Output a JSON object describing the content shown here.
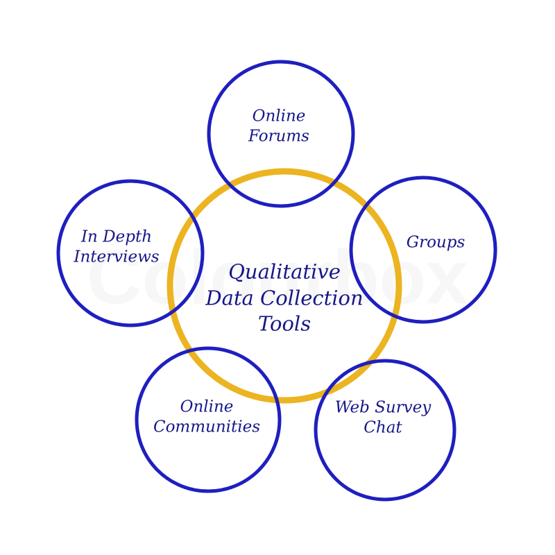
{
  "center": {
    "lines": [
      "Qualitative",
      "Data Collection",
      "Tools"
    ]
  },
  "nodes": [
    {
      "lines": [
        "Online",
        "Forums"
      ]
    },
    {
      "lines": [
        "Groups"
      ]
    },
    {
      "lines": [
        "Web Survey",
        "Chat"
      ]
    },
    {
      "lines": [
        "Online",
        "Communities"
      ]
    },
    {
      "lines": [
        "In Depth",
        "Interviews"
      ]
    }
  ],
  "watermark": "Colourbox",
  "colors": {
    "ring": "#1f1fbf",
    "center_ring": "#ebb420",
    "text": "#16168a"
  }
}
